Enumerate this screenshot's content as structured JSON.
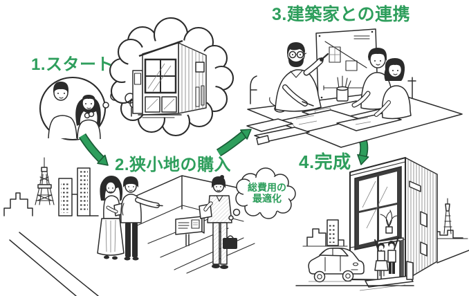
{
  "steps": [
    {
      "label": "1.スタート"
    },
    {
      "label": "2.狭小地の購入"
    },
    {
      "label": "3.建築家との連携"
    },
    {
      "label": "4.完成"
    }
  ],
  "callout": {
    "line1": "総費用の",
    "line2": "最適化"
  },
  "colors": {
    "accent_green": "#2e9e5c",
    "line_art": "#2b2b2b",
    "background": "#ffffff"
  }
}
